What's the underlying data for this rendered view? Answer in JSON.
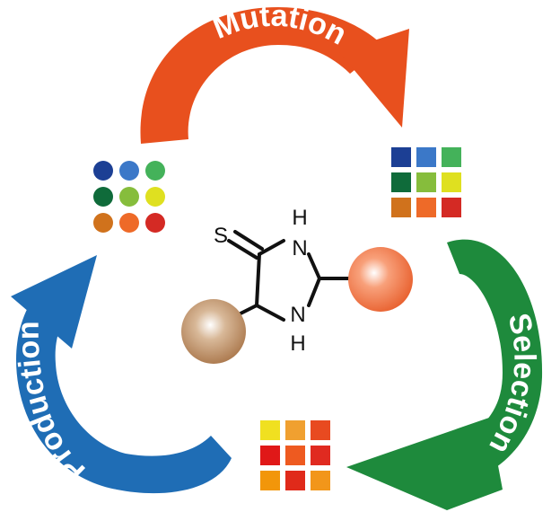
{
  "arrows": {
    "mutation": {
      "label": "Mutation",
      "color": "#e8501e"
    },
    "selection": {
      "label": "Selection",
      "color": "#1e8a3c"
    },
    "production": {
      "label": "Production",
      "color": "#1f6db5"
    }
  },
  "molecule": {
    "sulfur_label": "S",
    "nh_top_label": "N",
    "h_top_label": "H",
    "nh_bottom_label": "N",
    "h_bottom_label": "H",
    "sphere_right_color": "#f06a3a",
    "sphere_left_color": "#b8865c"
  },
  "grids": {
    "circles": [
      [
        "#1c3f94",
        "#3b78c8",
        "#44b25a"
      ],
      [
        "#0f6b3a",
        "#86bd3c",
        "#dfe020"
      ],
      [
        "#d0721c",
        "#ee6a28",
        "#d42a24"
      ]
    ],
    "squares_top": [
      [
        "#1c3f94",
        "#3b78c8",
        "#44b25a"
      ],
      [
        "#0f6b3a",
        "#86bd3c",
        "#dfe020"
      ],
      [
        "#d0721c",
        "#ee6a28",
        "#d42a24"
      ]
    ],
    "squares_bottom": [
      [
        "#f0e020",
        "#f0a030",
        "#e84a20"
      ],
      [
        "#e01818",
        "#ee5a20",
        "#e02a20"
      ],
      [
        "#f2960a",
        "#e02a1a",
        "#f2961a"
      ]
    ]
  }
}
